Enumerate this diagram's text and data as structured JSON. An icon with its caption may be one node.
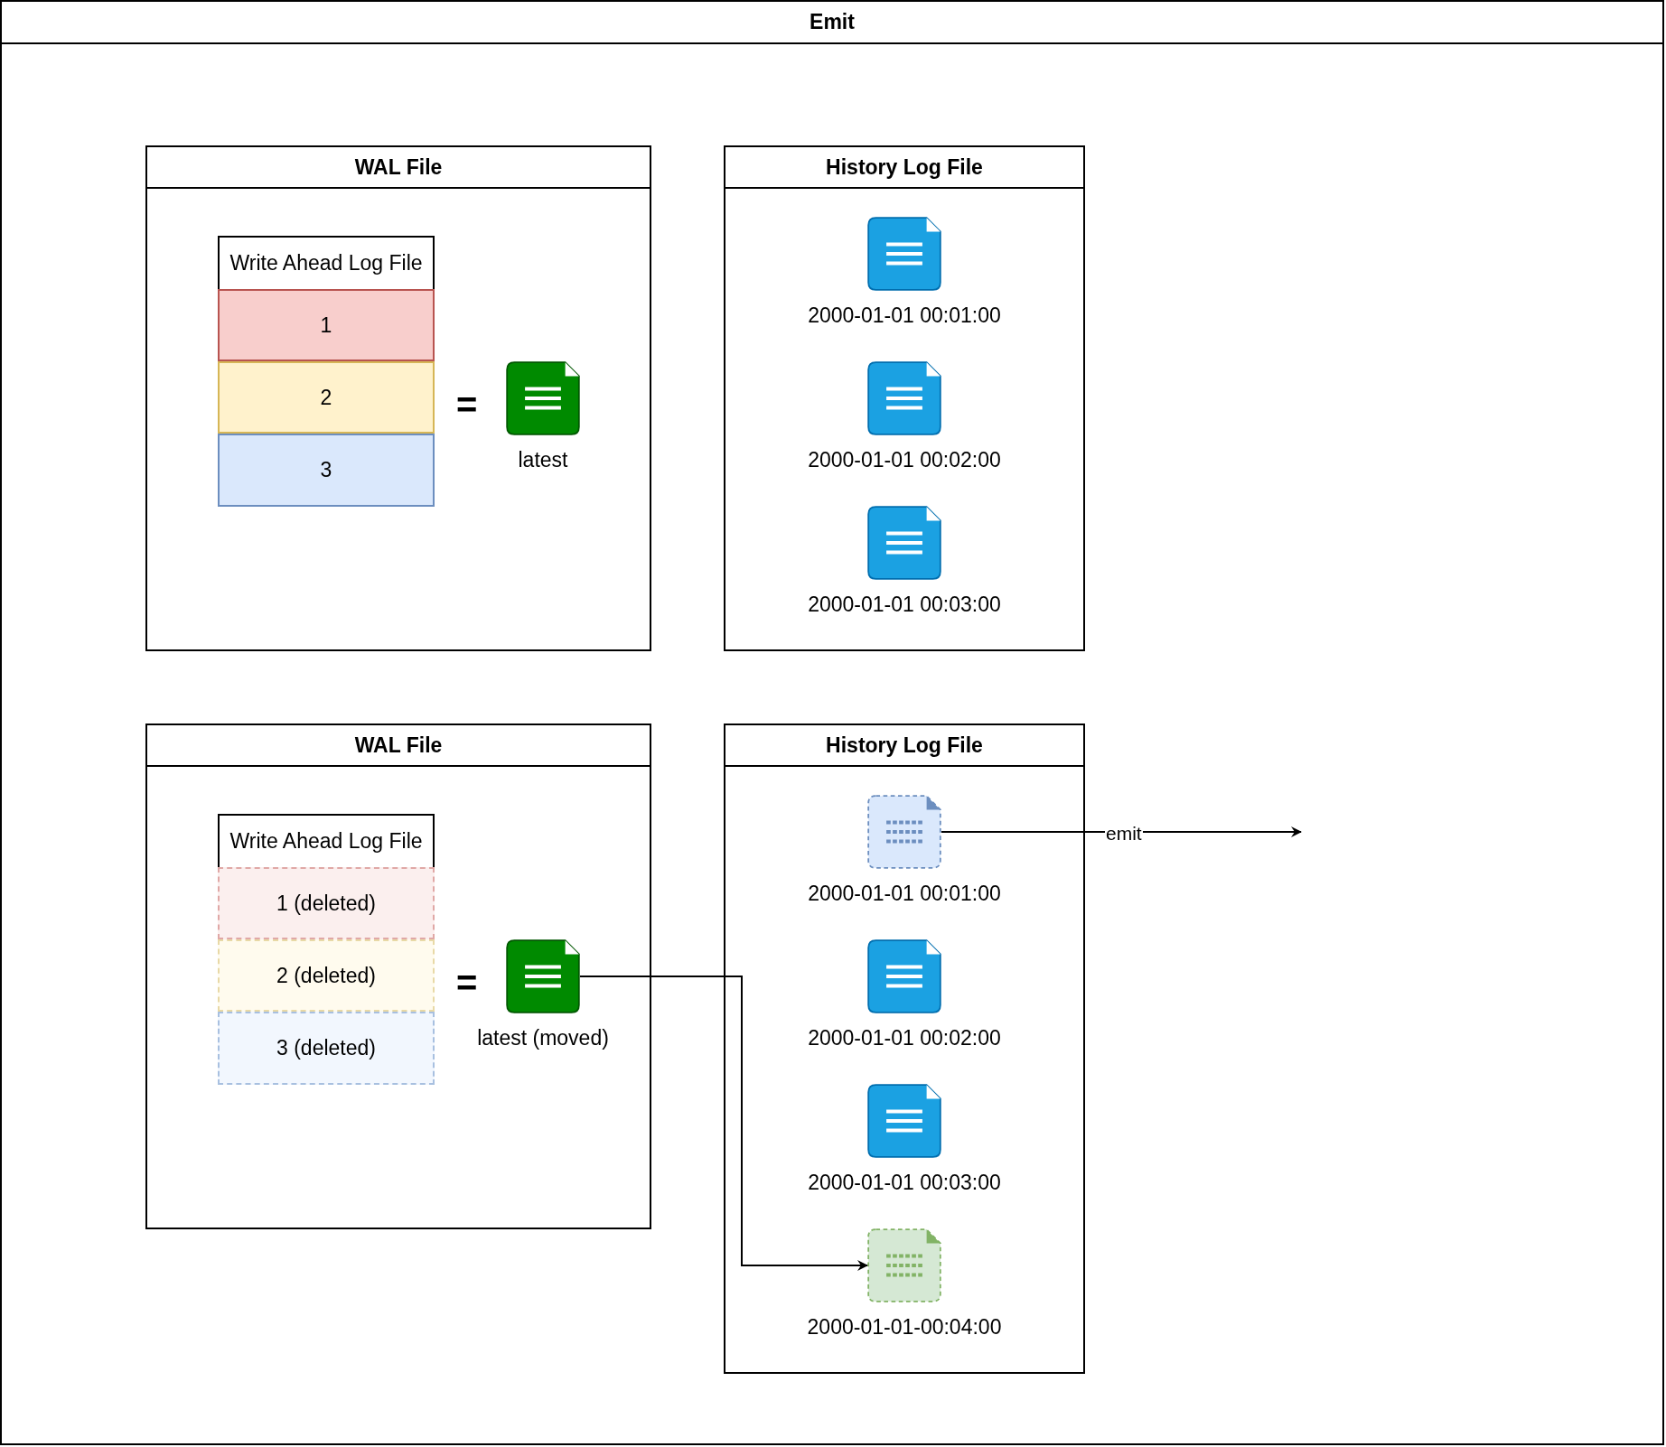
{
  "diagram": {
    "nodes": [
      {
        "text": [
          "Emit"
        ]
      },
      {
        "text": [
          "WAL File"
        ],
        "in": 0
      },
      {
        "text": [
          "Write Ahead Log File"
        ],
        "in": 1
      },
      {
        "text": [
          "1"
        ],
        "in": 2
      },
      {
        "text": [
          "2"
        ],
        "in": 2
      },
      {
        "text": [
          "3"
        ],
        "in": 2
      },
      {
        "text": [
          "latest"
        ],
        "in": 1
      },
      {
        "text": [
          "History Log File"
        ],
        "in": 0
      },
      {
        "text": [
          "2000-01-01 00:01:00"
        ],
        "in": 7
      },
      {
        "text": [
          "2000-01-01 00:02:00"
        ],
        "in": 7
      },
      {
        "text": [
          "2000-01-01 00:03:00"
        ],
        "in": 7
      },
      {
        "text": [
          "WAL File"
        ],
        "in": 0
      },
      {
        "text": [
          "Write Ahead Log File"
        ],
        "in": 11
      },
      {
        "text": [
          "1 (deleted)"
        ],
        "in": 12
      },
      {
        "text": [
          "2 (deleted)"
        ],
        "in": 12
      },
      {
        "text": [
          "3 (deleted)"
        ],
        "in": 12
      },
      {
        "text": [
          "latest (moved)"
        ],
        "in": 11
      },
      {
        "text": [
          "History Log File"
        ],
        "in": 0
      },
      {
        "text": [
          "2000-01-01 00:01:00"
        ],
        "in": 17
      },
      {
        "text": [
          "2000-01-01 00:02:00"
        ],
        "in": 17
      },
      {
        "text": [
          "2000-01-01 00:03:00"
        ],
        "in": 17
      },
      {
        "text": [
          "2000-01-01-00:04:00"
        ],
        "in": 17
      }
    ],
    "edges": [
      {
        "from": 16,
        "to": 21,
        "arrow": "to"
      },
      {
        "from": 18,
        "to": null,
        "arrow": "to",
        "label": "emit"
      }
    ],
    "labels": [
      "=",
      "="
    ]
  }
}
